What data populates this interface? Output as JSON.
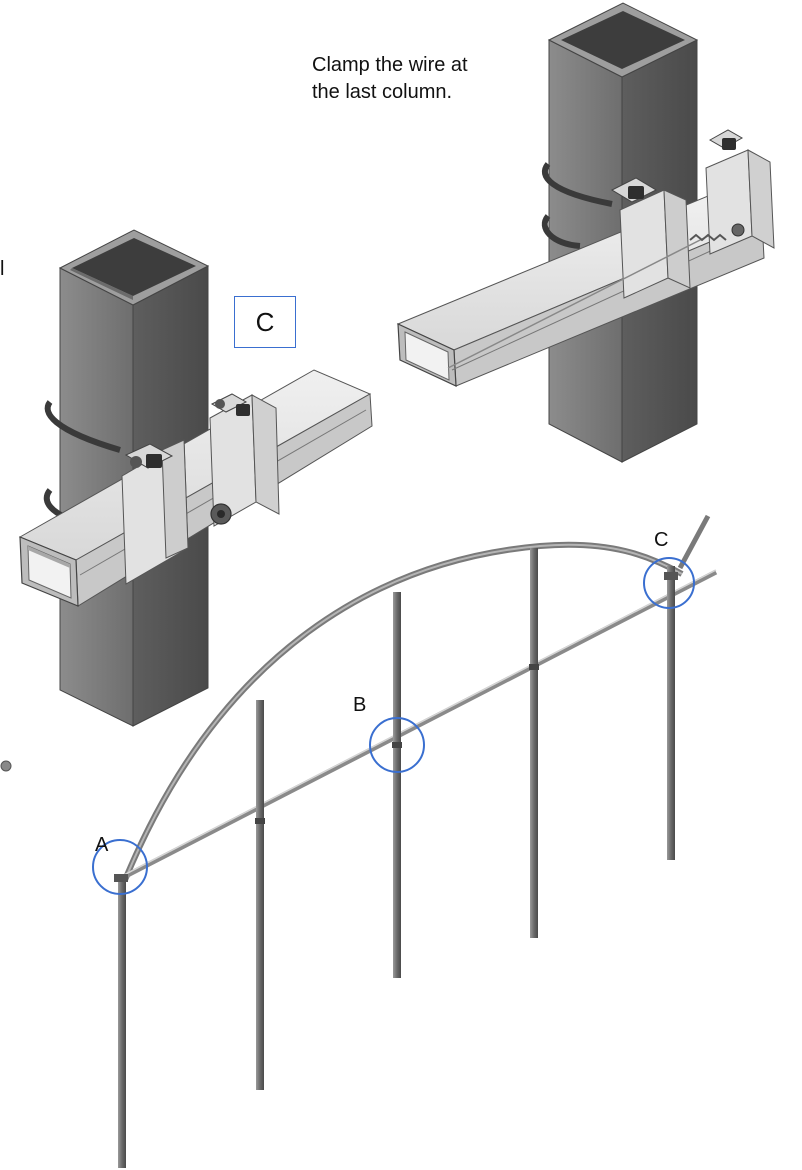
{
  "caption": "Clamp the wire at\nthe last column.",
  "edge_fragment": "l",
  "detail_box_label": "C",
  "point_labels": {
    "a": "A",
    "b": "B",
    "c": "C"
  },
  "colors": {
    "circle": "#3a6fd0",
    "column_dark": "#595959",
    "column_mid": "#7a7a7a",
    "column_light": "#9a9a9a",
    "beam_light": "#e6e6e6",
    "beam_mid": "#cfcfcf",
    "frame": "#8a8a8a"
  }
}
